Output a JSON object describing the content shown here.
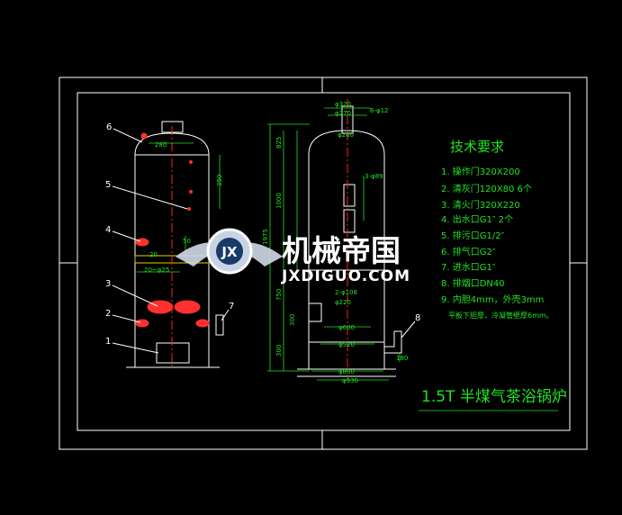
{
  "drawing": {
    "part_labels": [
      "1",
      "2",
      "3",
      "4",
      "5",
      "6",
      "7",
      "8"
    ],
    "left_view_dims": [
      "280",
      "350",
      "50",
      "20",
      "20~φ25"
    ],
    "right_view_dims": {
      "top": [
        "φ320",
        "φ270",
        "6-φ12",
        "φ280"
      ],
      "vertical": [
        "825",
        "1000",
        "1975",
        "750",
        "300",
        "300",
        "180"
      ],
      "pipe": [
        "3-φ89",
        "2-φ108",
        "φ220",
        "φ600",
        "φ520",
        "φ800",
        "φ930"
      ]
    }
  },
  "notes": {
    "title": "技术要求",
    "items": [
      "1. 操作门320X200",
      "2. 清灰门120X80  6个",
      "3. 清火门320X220",
      "4. 出水口G1″ 2个",
      "5. 排污口G1/2″",
      "6. 排气口G2″",
      "7. 进水口G1″",
      "8. 排烟口DN40",
      "9. 内胆4mm，外壳3mm",
      "平板下胆厚，冷凝管壁厚6mm。"
    ]
  },
  "title_block": {
    "text": "1.5T 半煤气茶浴锅炉"
  },
  "watermark": {
    "cn": "机械帝国",
    "en": "JXDIGUO.COM",
    "logo_letters": "JX"
  }
}
